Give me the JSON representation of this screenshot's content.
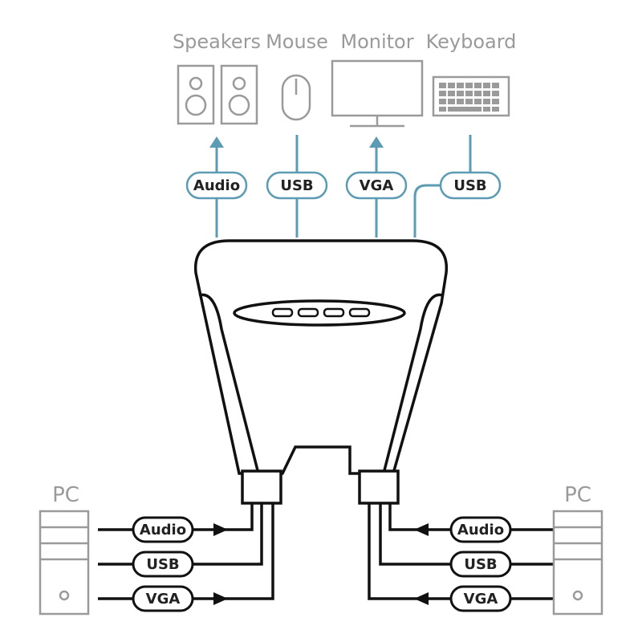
{
  "peripherals": {
    "speakers": "Speakers",
    "mouse": "Mouse",
    "monitor": "Monitor",
    "keyboard": "Keyboard"
  },
  "top_ports": {
    "audio": "Audio",
    "usb_mouse": "USB",
    "vga": "VGA",
    "usb_keyboard": "USB"
  },
  "left_pc": {
    "label": "PC",
    "ports": {
      "audio": "Audio",
      "usb": "USB",
      "vga": "VGA"
    }
  },
  "right_pc": {
    "label": "PC",
    "ports": {
      "audio": "Audio",
      "usb": "USB",
      "vga": "VGA"
    }
  },
  "colors": {
    "device": "#9a9a9a",
    "cable_blue": "#5b9bb3",
    "switch": "#111111"
  }
}
